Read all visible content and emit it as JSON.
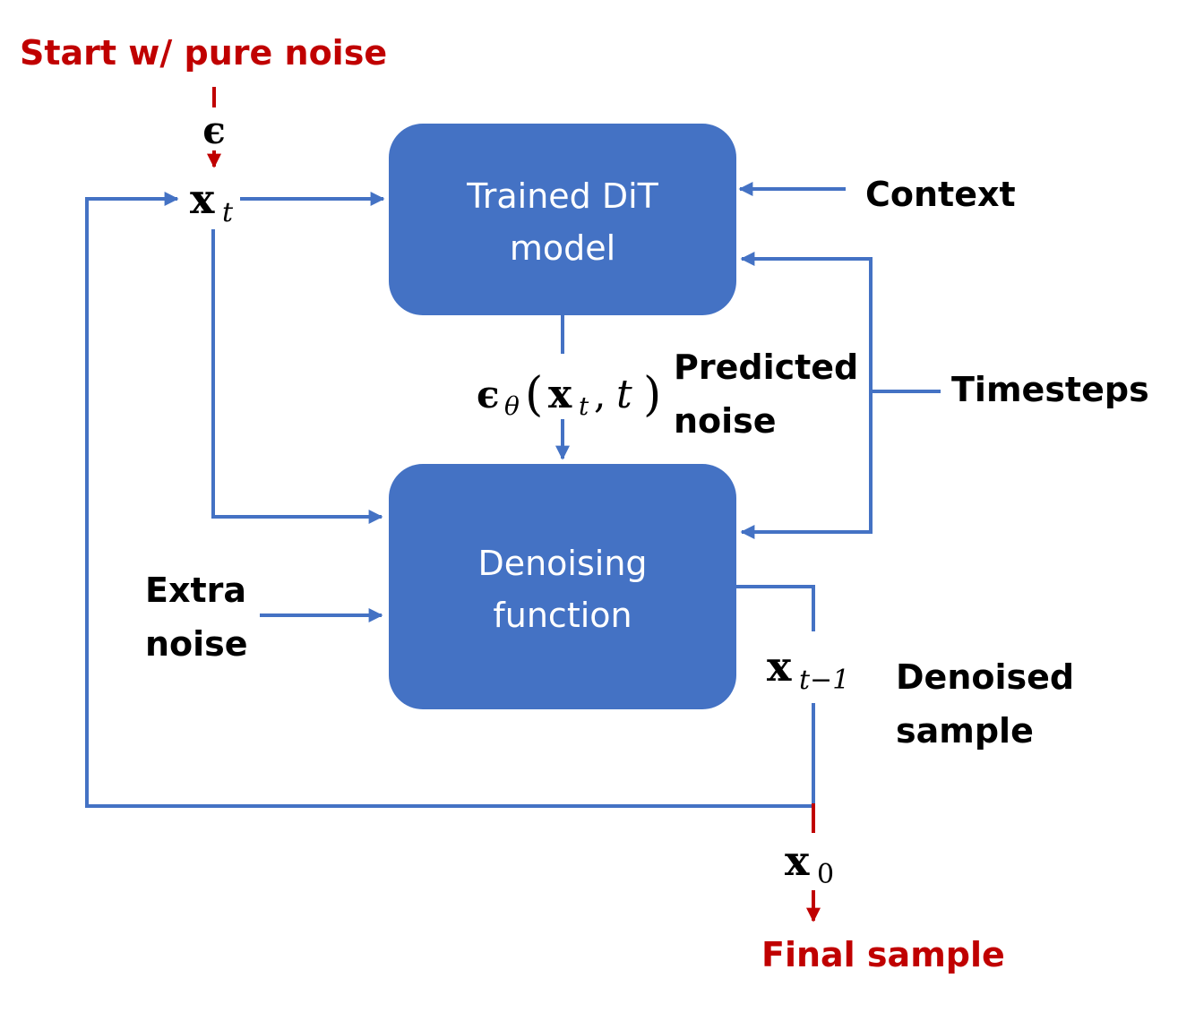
{
  "labels": {
    "start": "Start w/ pure noise",
    "context": "Context",
    "predicted_line1": "Predicted",
    "predicted_line2": "noise",
    "timesteps": "Timesteps",
    "extra_line1": "Extra",
    "extra_line2": "noise",
    "denoised_line1": "Denoised",
    "denoised_line2": "sample",
    "final": "Final sample"
  },
  "boxes": {
    "model": {
      "line1": "Trained DiT",
      "line2": "model"
    },
    "denoise": {
      "line1": "Denoising",
      "line2": "function"
    }
  },
  "math": {
    "epsilon": "ϵ",
    "x": "x",
    "t": "t",
    "theta": "θ",
    "t_minus_1": "t−1",
    "zero": "0",
    "open_paren": "(",
    "close_paren": ")",
    "comma": ","
  },
  "colors": {
    "box_fill": "#4472c4",
    "line": "#4472c4",
    "accent_red": "#c00000",
    "text": "#000000"
  }
}
